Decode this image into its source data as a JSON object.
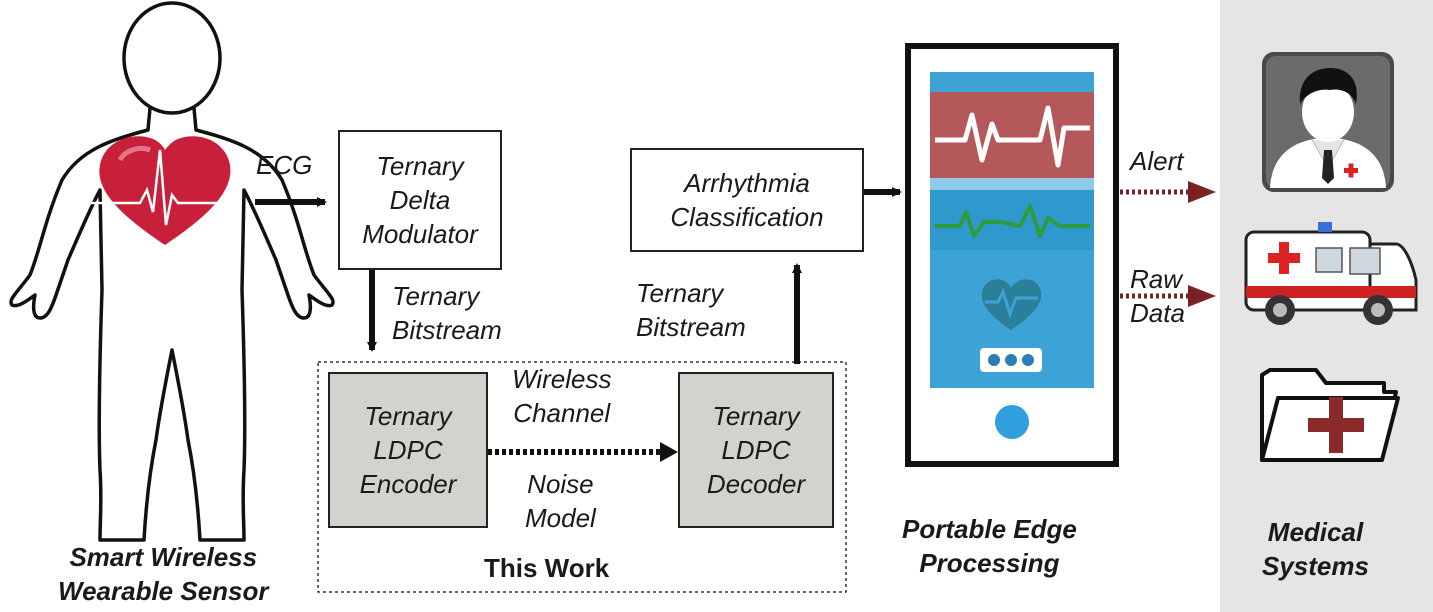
{
  "sensor": {
    "caption_line1": "Smart Wireless",
    "caption_line2": "Wearable Sensor",
    "ecg_label": "ECG"
  },
  "modulator": {
    "line1": "Ternary",
    "line2": "Delta",
    "line3": "Modulator"
  },
  "bitstream_left": {
    "line1": "Ternary",
    "line2": "Bitstream"
  },
  "encoder": {
    "line1": "Ternary",
    "line2": "LDPC",
    "line3": "Encoder"
  },
  "channel": {
    "line1": "Wireless",
    "line2": "Channel"
  },
  "noise": {
    "line1": "Noise",
    "line2": "Model"
  },
  "decoder": {
    "line1": "Ternary",
    "line2": "LDPC",
    "line3": "Decoder"
  },
  "this_work": "This Work",
  "bitstream_right": {
    "line1": "Ternary",
    "line2": "Bitstream"
  },
  "classifier": {
    "line1": "Arrhythmia",
    "line2": "Classification"
  },
  "edge": {
    "line1": "Portable Edge",
    "line2": "Processing"
  },
  "alert_label": "Alert",
  "raw": {
    "line1": "Raw",
    "line2": "Data"
  },
  "medical": {
    "line1": "Medical",
    "line2": "Systems"
  },
  "colors": {
    "heart": "#c8203a",
    "gray_box": "#d4d2cd",
    "phone_screen": "#3da3d6",
    "phone_band_red": "#b5585a",
    "phone_band_blue": "#2f98cc",
    "ecg_green": "#2e9a3c",
    "dark_red_arrow": "#7a2222",
    "medical_panel": "#e5e5e5"
  }
}
